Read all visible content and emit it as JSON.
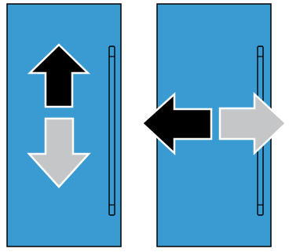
{
  "colors": {
    "panel_fill": "#3a9bd2",
    "outline": "#000000",
    "active_arrow": "#000000",
    "inactive_arrow": "#c4c6c8",
    "arrow_border": "#ffffff"
  },
  "left_panel": {
    "handle": "vertical-bar-handle",
    "arrows": [
      {
        "direction": "up",
        "state": "active"
      },
      {
        "direction": "down",
        "state": "inactive"
      }
    ]
  },
  "right_panel": {
    "handle": "vertical-bar-handle",
    "arrows": [
      {
        "direction": "left",
        "state": "active"
      },
      {
        "direction": "right",
        "state": "inactive"
      }
    ]
  }
}
